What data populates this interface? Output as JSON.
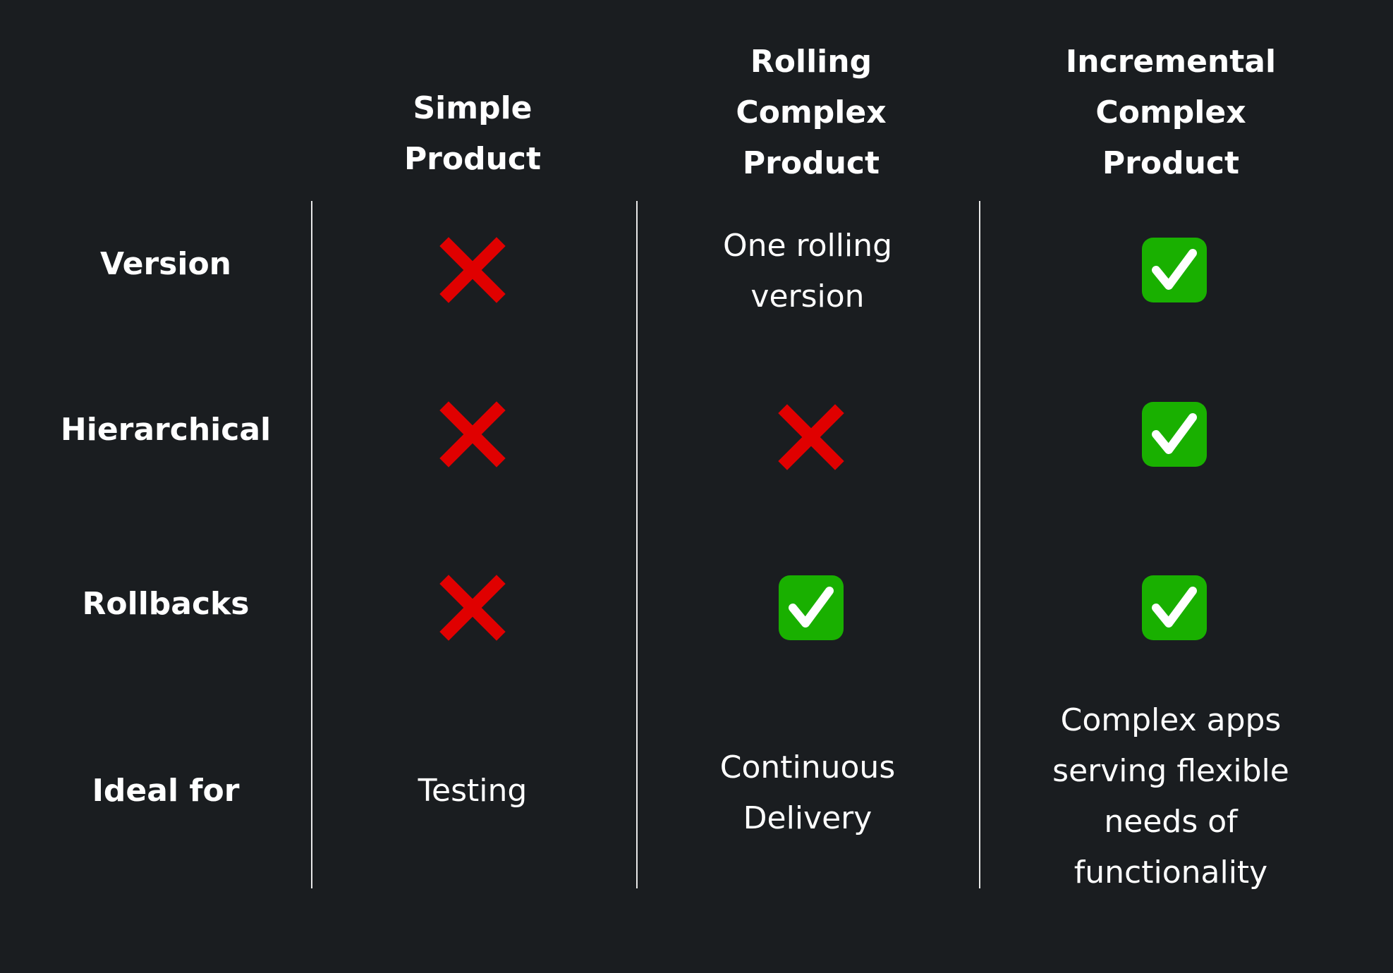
{
  "columns": [
    {
      "key": "simple",
      "label": "Simple\nProduct"
    },
    {
      "key": "rolling",
      "label": "Rolling\nComplex\nProduct"
    },
    {
      "key": "incremental",
      "label": "Incremental\nComplex\nProduct"
    }
  ],
  "rows": [
    {
      "key": "version",
      "label": "Version"
    },
    {
      "key": "hierarchical",
      "label": "Hierarchical"
    },
    {
      "key": "rollbacks",
      "label": "Rollbacks"
    },
    {
      "key": "ideal_for",
      "label": "Ideal for"
    }
  ],
  "cells": {
    "version": {
      "simple": {
        "type": "icon",
        "icon": "cross-mark-icon"
      },
      "rolling": {
        "type": "text",
        "text": "One rolling\nversion"
      },
      "incremental": {
        "type": "icon",
        "icon": "check-mark-icon"
      }
    },
    "hierarchical": {
      "simple": {
        "type": "icon",
        "icon": "cross-mark-icon"
      },
      "rolling": {
        "type": "icon",
        "icon": "cross-mark-icon"
      },
      "incremental": {
        "type": "icon",
        "icon": "check-mark-icon"
      }
    },
    "rollbacks": {
      "simple": {
        "type": "icon",
        "icon": "cross-mark-icon"
      },
      "rolling": {
        "type": "icon",
        "icon": "check-mark-icon"
      },
      "incremental": {
        "type": "icon",
        "icon": "check-mark-icon"
      }
    },
    "ideal_for": {
      "simple": {
        "type": "text",
        "text": "Testing"
      },
      "rolling": {
        "type": "text",
        "text": "Continuous\nDelivery"
      },
      "incremental": {
        "type": "text",
        "text": "Complex apps\nserving flexible\nneeds of\nfunctionality"
      }
    }
  },
  "colors": {
    "background": "#1a1d20",
    "text": "#ffffff",
    "divider": "#e8e8e8",
    "cross": "#e00000",
    "check_fill": "#19b000",
    "check_mark": "#ffffff"
  }
}
